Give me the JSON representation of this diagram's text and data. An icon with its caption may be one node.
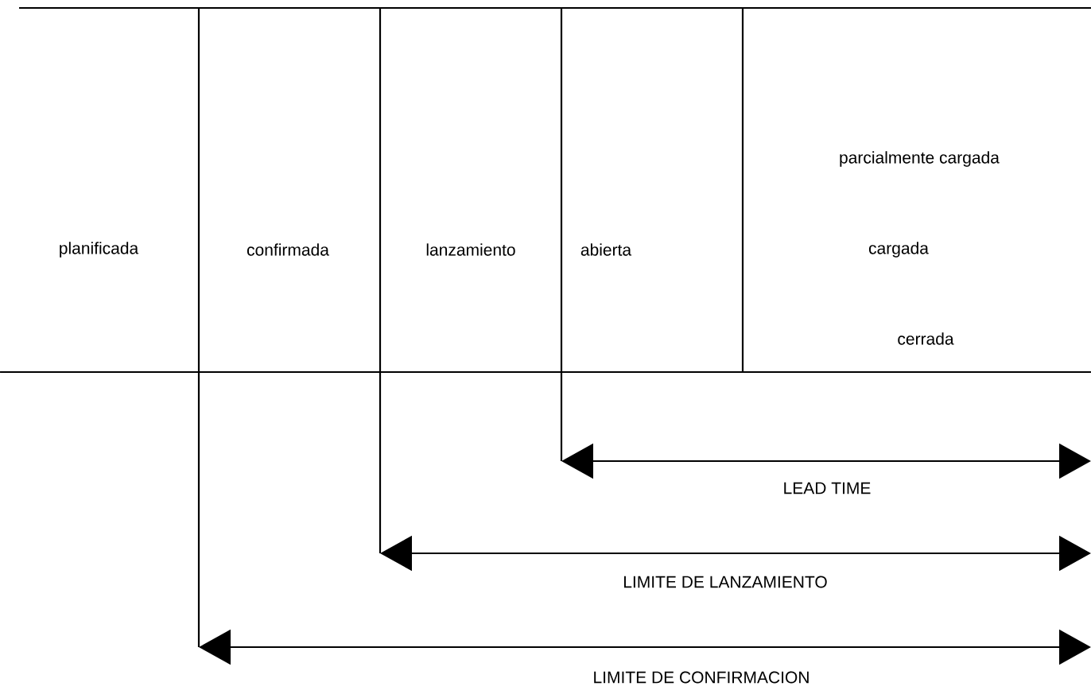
{
  "diagram": {
    "labels": [
      "planificada",
      "confirmada",
      "lanzamiento",
      "abierta",
      "parcialmente cargada",
      "cargada",
      "cerrada",
      "LEAD TIME",
      "LIMITE DE LANZAMIENTO",
      "LIMITE DE CONFIRMACION"
    ]
  }
}
